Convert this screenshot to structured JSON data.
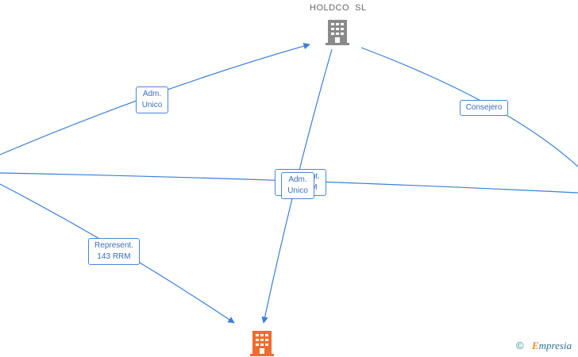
{
  "nodes": {
    "holdco": {
      "label": "HOLDCO  SL",
      "icon": "building-icon",
      "color": "#808080"
    },
    "target": {
      "label": "",
      "icon": "building-icon",
      "color": "#f26b2c"
    }
  },
  "edge_labels": {
    "adm_unico_left": [
      "Adm.",
      "Unico"
    ],
    "consejero": [
      "Consejero"
    ],
    "represent": [
      "Represent.",
      "143 RRM"
    ],
    "center_front": [
      "Adm.",
      "Unico"
    ],
    "center_back": [
      "Represent.",
      "143 RRM"
    ]
  },
  "footer": {
    "copyright": "©",
    "brand_first": "E",
    "brand_rest": "mpresia"
  },
  "colors": {
    "edge": "#3a7fd5",
    "label_border": "#4a86d0"
  }
}
